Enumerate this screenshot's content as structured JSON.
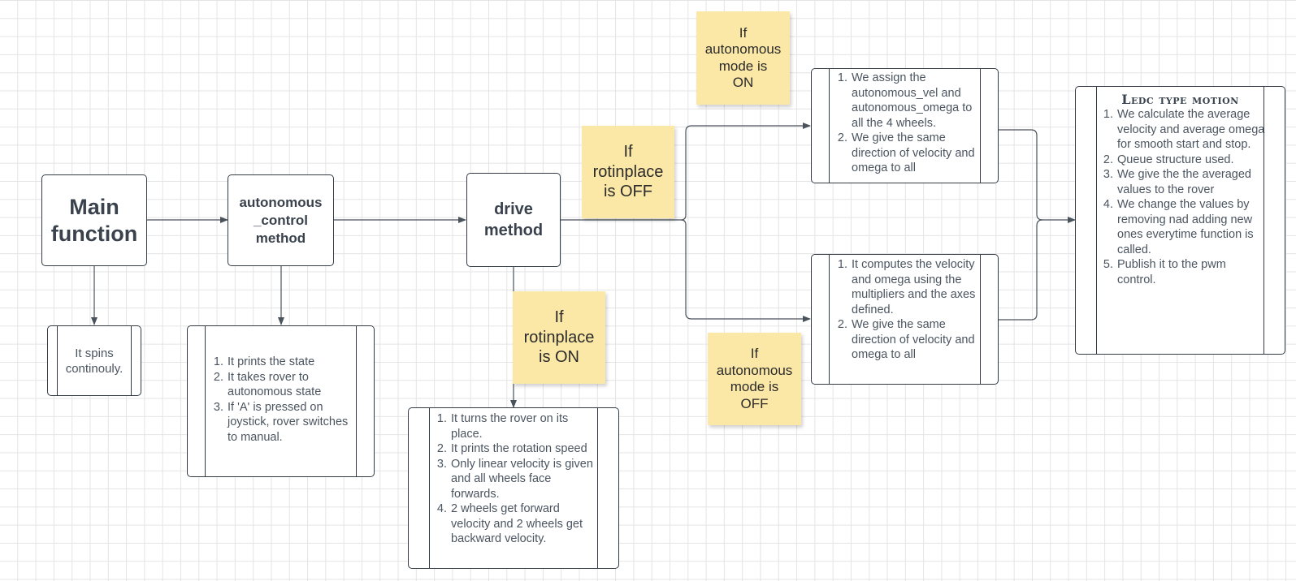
{
  "nodes": {
    "main_function": {
      "title": "Main function"
    },
    "main_desc": {
      "text": "It spins\ncontinouly."
    },
    "autonomous_control": {
      "title": "autonomous\n_control\nmethod"
    },
    "autonomous_steps": {
      "items": [
        "It prints the state",
        "It takes rover to autonomous state",
        "If 'A' is pressed on joystick, rover switches to manual."
      ]
    },
    "drive_method": {
      "title": "drive\nmethod"
    },
    "drive_steps": {
      "items": [
        "It turns the rover on its place.",
        "It prints the rotation speed",
        "Only linear velocity is given and all wheels face forwards.",
        "2 wheels get forward velocity and 2 wheels get backward velocity."
      ]
    },
    "autonomous_on_steps": {
      "items": [
        "We assign the autonomous_vel and autonomous_omega to all the 4 wheels.",
        "We give the same direction of velocity and omega to all"
      ]
    },
    "autonomous_off_steps": {
      "items": [
        "It computes the velocity and omega using the multipliers and the axes defined.",
        "We give the same direction of velocity and omega to all"
      ]
    },
    "ledc_motion": {
      "title": "Ledc type motion",
      "items": [
        "We calculate the average velocity and average omega for smooth start and stop.",
        "Queue structure used.",
        "We give the the averaged values to the rover",
        "We change the values by removing nad adding new ones everytime function is called.",
        "Publish it to the pwm control."
      ]
    }
  },
  "stickies": {
    "rotinplace_off": "If\nrotinplace\nis OFF",
    "rotinplace_on": "If\nrotinplace\nis ON",
    "autonomous_on": "If\nautonomous\nmode is\nON",
    "autonomous_off": "If\nautonomous\nmode is\nOFF"
  },
  "colors": {
    "sticky": "#fbe7a6",
    "line": "#4a525b",
    "grid": "#e4e4e4"
  }
}
